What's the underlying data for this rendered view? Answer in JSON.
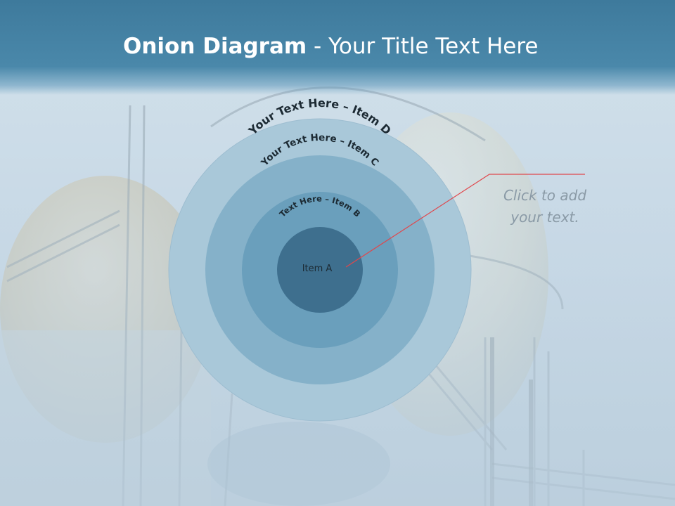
{
  "slide": {
    "title_bold": "Onion Diagram",
    "title_rest": " - Your Title Text Here",
    "callout_line1": "Click  to add",
    "callout_line2": "your text."
  },
  "onion": {
    "layers": [
      {
        "label": "Your Text Here – Item D",
        "color": "#a9c8d9"
      },
      {
        "label": "Your Text Here – Item C",
        "color": "#85b1c9"
      },
      {
        "label": "Text Here – Item B",
        "color": "#6a9fbc"
      },
      {
        "label": "Item A",
        "color": "#3e6f8e"
      }
    ],
    "colors": {
      "callout_line": "#e0474c",
      "label_text": "#1c2a33"
    }
  }
}
